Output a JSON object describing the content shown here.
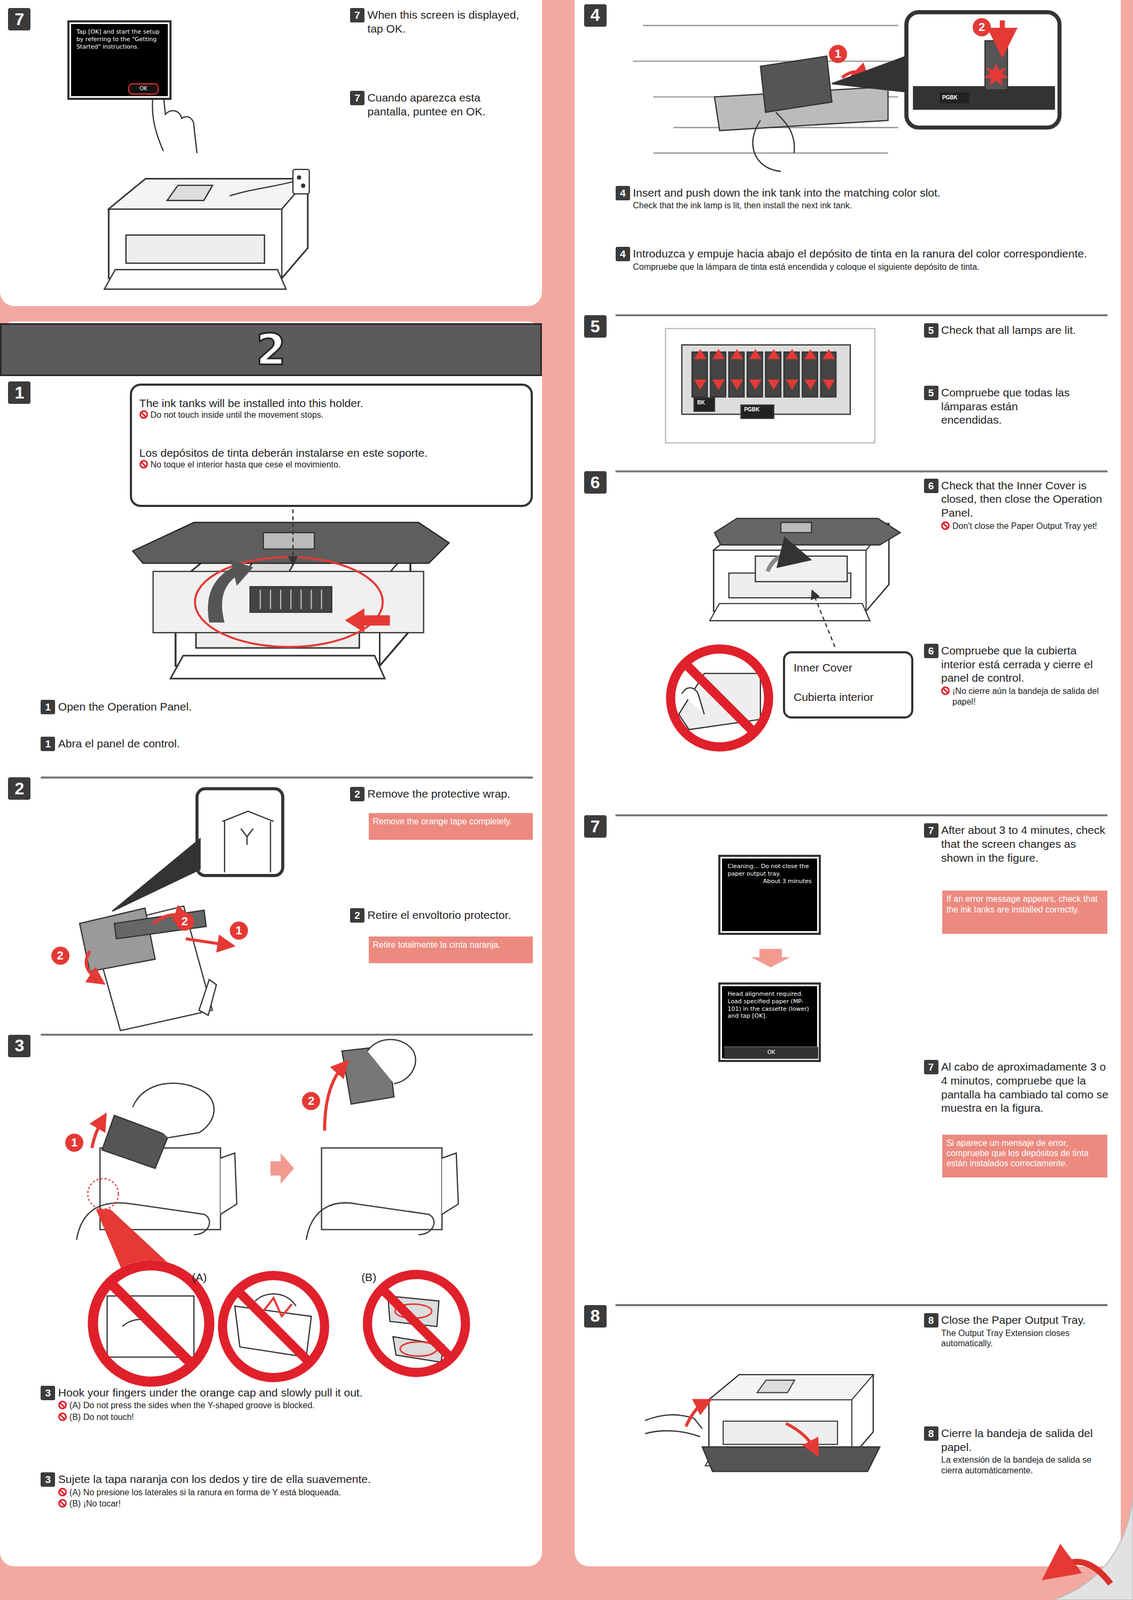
{
  "diagram": {
    "nodes": [
      {
        "text": [
          "7"
        ]
      },
      {
        "text": [
          "Tap [OK] and start the setup by referring to the \"Getting Started\" instructions."
        ]
      },
      {
        "text": [
          "OK"
        ],
        "in": 1
      },
      {
        "text": [
          "2"
        ]
      },
      {
        "text": [
          "1"
        ]
      },
      {
        "text": [
          "The ink tanks will be installed into this holder.",
          "Do not touch inside until the movement stops.",
          "Los depósitos de tinta deberán instalarse en este soporte.",
          "No toque el interior hasta que cese el movimiento."
        ]
      },
      {
        "text": [
          "2"
        ]
      },
      {
        "text": [
          "Remove the orange tape completely."
        ]
      },
      {
        "text": [
          "Retire totalmente la cinta naranja."
        ]
      },
      {
        "text": [
          "3"
        ]
      },
      {
        "text": [
          "4"
        ]
      },
      {
        "text": [
          "5"
        ]
      },
      {
        "text": [
          "6"
        ]
      },
      {
        "text": [
          "Inner Cover",
          "Cubierta interior"
        ]
      },
      {
        "text": [
          "7"
        ]
      },
      {
        "text": [
          "Cleaning... Do not close the paper output tray.",
          "About 3 minutes"
        ]
      },
      {
        "text": [
          "Head alignment required. Load specified paper (MP-101) in the cassette (lower) and tap [OK]."
        ]
      },
      {
        "text": [
          "OK"
        ],
        "in": 16
      },
      {
        "text": [
          "If an error message appears, check that the ink tanks are installed correctly."
        ]
      },
      {
        "text": [
          "Si aparece un mensaje de error, compruebe que los depósitos de tinta están instalados correctamente."
        ]
      },
      {
        "text": [
          "8"
        ]
      }
    ],
    "labels": [
      "7",
      "When this screen is displayed, tap OK.",
      "7",
      "Cuando aparezca esta pantalla, puntee en OK.",
      "1",
      "Open the Operation Panel.",
      "1",
      "Abra el panel de control.",
      "2",
      "1",
      "2",
      "2",
      "Remove the protective wrap.",
      "2",
      "Retire el envoltorio protector.",
      "1",
      "2",
      "(A)",
      "(B)",
      "3",
      "Hook your fingers under the orange cap and slowly pull it out.",
      "(A) Do not press the sides when the Y-shaped groove is blocked.",
      "(B) Do not touch!",
      "3",
      "Sujete la tapa naranja con los dedos y tire de ella suavemente.",
      "(A) No presione los laterales si la ranura en forma de Y está bloqueada.",
      "(B) ¡No tocar!",
      "2",
      "1",
      "PGBK",
      "4",
      "Insert and push down the ink tank into the matching color slot.",
      "Check that the ink lamp is lit, then install the next ink tank.",
      "4",
      "Introduzca y empuje hacia abajo el depósito de tinta en la ranura del color correspondiente.",
      "Compruebe que la lámpara de tinta está encendida y coloque el siguiente depósito de tinta.",
      "BK",
      "PGBK",
      "5",
      "Check that all lamps are lit.",
      "5",
      "Compruebe que todas las lámparas están encendidas.",
      "6",
      "Check that the Inner Cover is closed, then close the Operation Panel.",
      "Don't close the Paper Output Tray yet!",
      "6",
      "Compruebe que la cubierta interior está cerrada y cierre el panel de control.",
      "¡No cierre aún la bandeja de salida del papel!",
      "7",
      "After about 3 to 4 minutes, check that the screen changes as shown in the figure.",
      "7",
      "Al cabo de aproximadamente 3 o 4 minutos, compruebe que la pantalla ha cambiado tal como se muestra en la figura.",
      "8",
      "Close the Paper Output Tray.",
      "The Output Tray Extension closes automatically.",
      "8",
      "Cierre la bandeja de salida del papel.",
      "La extensión de la bandeja de salida se cierra automáticamente."
    ]
  }
}
